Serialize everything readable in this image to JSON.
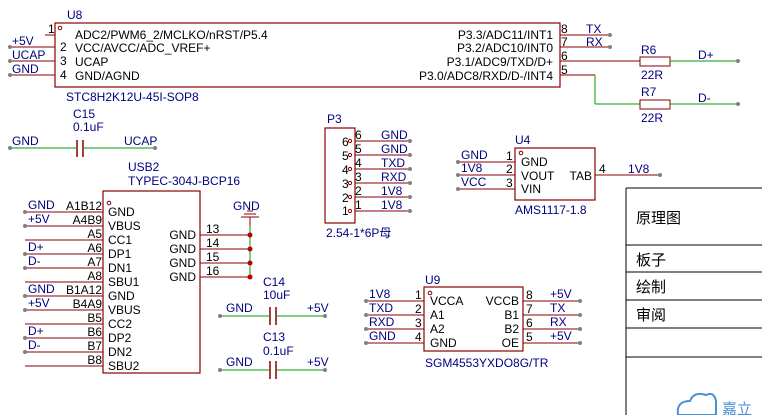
{
  "colors": {
    "wire": "#009900",
    "body": "#880000",
    "pin": "#880000",
    "label": "#000080",
    "ref": "#000080",
    "pinnum": "#000000",
    "dot": "#c00000",
    "frame": "#000000",
    "node": "#808080",
    "pinname": "#000000",
    "watermark": "#4a90d9"
  },
  "u8": {
    "ref": "U8",
    "value": "STC8H2K12U-45I-SOP8",
    "left_pins": [
      {
        "num": "1",
        "name": "ADC2/PWM6_2/MCLKO/nRST/P5.4",
        "net": ""
      },
      {
        "num": "2",
        "name": "VCC/AVCC/ADC_VREF+",
        "net": "+5V"
      },
      {
        "num": "3",
        "name": "UCAP",
        "net": "UCAP"
      },
      {
        "num": "4",
        "name": "GND/AGND",
        "net": "GND"
      }
    ],
    "right_pins": [
      {
        "num": "8",
        "name": "P3.3/ADC11/INT1",
        "net": "TX"
      },
      {
        "num": "7",
        "name": "P3.2/ADC10/INT0",
        "net": "RX"
      },
      {
        "num": "6",
        "name": "P3.1/ADC9/TXD/D+",
        "net": ""
      },
      {
        "num": "5",
        "name": "P3.0/ADC8/RXD/D-/INT4",
        "net": ""
      }
    ]
  },
  "r6": {
    "ref": "R6",
    "value": "22R",
    "net": "D+"
  },
  "r7": {
    "ref": "R7",
    "value": "22R",
    "net": "D-"
  },
  "c15": {
    "ref": "C15",
    "value": "0.1uF",
    "left_net": "GND",
    "right_net": "UCAP"
  },
  "c14": {
    "ref": "C14",
    "value": "10uF",
    "left_net": "GND",
    "right_net": "+5V"
  },
  "c13": {
    "ref": "C13",
    "value": "0.1uF",
    "left_net": "GND",
    "right_net": "+5V"
  },
  "p3": {
    "ref": "P3",
    "value": "2.54-1*6P母",
    "pins": [
      {
        "num": "6",
        "net": "GND"
      },
      {
        "num": "5",
        "net": "GND"
      },
      {
        "num": "4",
        "net": "TXD"
      },
      {
        "num": "3",
        "net": "RXD"
      },
      {
        "num": "2",
        "net": "1V8"
      },
      {
        "num": "1",
        "net": "1V8"
      }
    ]
  },
  "u4": {
    "ref": "U4",
    "value": "AMS1117-1.8",
    "left_pins": [
      {
        "num": "1",
        "name": "GND",
        "net": "GND"
      },
      {
        "num": "2",
        "name": "VOUT",
        "net": "1V8"
      },
      {
        "num": "3",
        "name": "VIN",
        "net": "VCC"
      }
    ],
    "right_pin": {
      "num": "4",
      "name": "TAB",
      "net": "1V8"
    }
  },
  "usb2": {
    "ref": "USB2",
    "value": "TYPEC-304J-BCP16",
    "left_pins": [
      {
        "num": "A1B12",
        "name": "GND",
        "net": "GND"
      },
      {
        "num": "A4B9",
        "name": "VBUS",
        "net": "+5V"
      },
      {
        "num": "A5",
        "name": "CC1",
        "net": ""
      },
      {
        "num": "A6",
        "name": "DP1",
        "net": "D+"
      },
      {
        "num": "A7",
        "name": "DN1",
        "net": "D-"
      },
      {
        "num": "A8",
        "name": "SBU1",
        "net": ""
      },
      {
        "num": "B1A12",
        "name": "GND",
        "net": "GND"
      },
      {
        "num": "B4A9",
        "name": "VBUS",
        "net": "+5V"
      },
      {
        "num": "B5",
        "name": "CC2",
        "net": ""
      },
      {
        "num": "B6",
        "name": "DP2",
        "net": "D+"
      },
      {
        "num": "B7",
        "name": "DN2",
        "net": "D-"
      },
      {
        "num": "B8",
        "name": "SBU2",
        "net": ""
      }
    ],
    "right_pins": [
      {
        "num": "13",
        "name": "GND"
      },
      {
        "num": "14",
        "name": "GND"
      },
      {
        "num": "15",
        "name": "GND"
      },
      {
        "num": "16",
        "name": "GND"
      }
    ],
    "ground_label": "GND"
  },
  "u9": {
    "ref": "U9",
    "value": "SGM4553YXDO8G/TR",
    "left_pins": [
      {
        "num": "1",
        "name": "VCCA",
        "net": "1V8"
      },
      {
        "num": "2",
        "name": "A1",
        "net": "TXD"
      },
      {
        "num": "3",
        "name": "A2",
        "net": "RXD"
      },
      {
        "num": "4",
        "name": "GND",
        "net": "GND"
      }
    ],
    "right_pins": [
      {
        "num": "8",
        "name": "VCCB",
        "net": "+5V"
      },
      {
        "num": "7",
        "name": "B1",
        "net": "TX"
      },
      {
        "num": "6",
        "name": "B2",
        "net": "RX"
      },
      {
        "num": "5",
        "name": "OE",
        "net": "+5V"
      }
    ]
  },
  "title_block": {
    "rows": [
      "原理图",
      "板子",
      "绘制",
      "审阅"
    ],
    "watermark": "嘉立"
  }
}
